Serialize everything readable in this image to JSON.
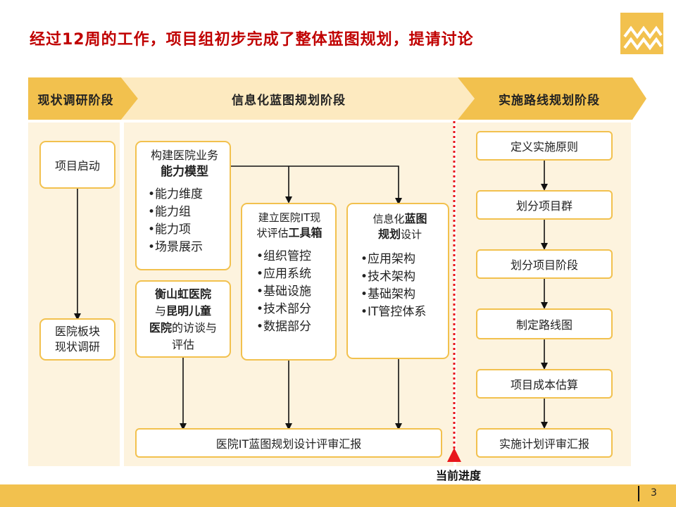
{
  "title": "经过12周的工作，项目组初步完成了整体蓝图规划，提请讨论",
  "phases": [
    {
      "label": "现状调研阶段"
    },
    {
      "label": "信息化蓝图规划阶段"
    },
    {
      "label": "实施路线规划阶段"
    }
  ],
  "phase1": {
    "box_start": "项目启动",
    "box_survey": "医院板块现状调研"
  },
  "phase2": {
    "capability_model": {
      "line1": "构建医院业务",
      "line2": "能力模型",
      "bullets": [
        "•能力维度",
        "•能力组",
        "•能力项",
        "•场景展示"
      ]
    },
    "interviews": {
      "bold1": "衡山虹医院",
      "text1": "与",
      "bold2": "昆明儿童",
      "bold3": "医院",
      "text2": "的访谈与",
      "text3": "评估"
    },
    "toolbox": {
      "line1": "建立医院IT现",
      "line2_a": "状评估",
      "line2_b": "工具箱",
      "bullets": [
        "•组织管控",
        "•应用系统",
        "•基础设施",
        "•技术部分",
        "•数据部分"
      ]
    },
    "blueprint": {
      "line1_a": "信息化",
      "line1_b": "蓝图",
      "line2_a": "规划",
      "line2_b": "设计",
      "bullets": [
        "•应用架构",
        "•技术架构",
        "•基础架构",
        "•IT管控体系"
      ]
    },
    "review": "医院IT蓝图规划设计评审汇报"
  },
  "phase3": {
    "steps": [
      "定义实施原则",
      "划分项目群",
      "划分项目阶段",
      "制定路线图",
      "项目成本估算",
      "实施计划评审汇报"
    ]
  },
  "progress_label": "当前进度",
  "page_number": "3",
  "colors": {
    "accent": "#f2c14e",
    "title_red": "#c00000",
    "progress_red": "#e8161b",
    "panel_bg": "#fdf3de"
  }
}
